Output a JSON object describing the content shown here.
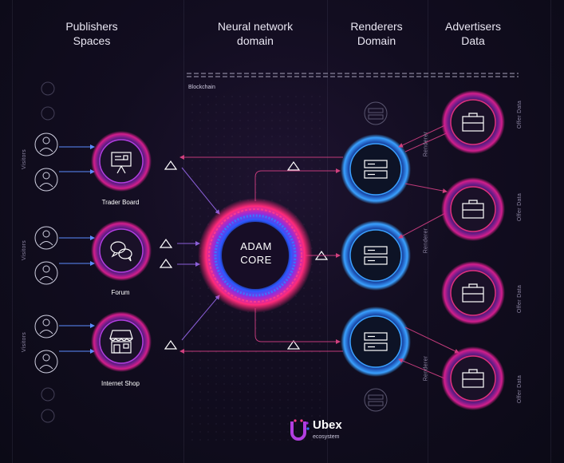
{
  "columns": {
    "publishers": "Publishers\nSpaces",
    "neural": "Neural network\ndomain",
    "renderers": "Renderers\nDomain",
    "advertisers": "Advertisers\nData"
  },
  "blockchain_label": "Blockchain",
  "core_label": "ADAM\nCORE",
  "publishers": [
    {
      "label": "Trader Board",
      "icon": "presentation-board-icon"
    },
    {
      "label": "Forum",
      "icon": "chat-bubbles-icon"
    },
    {
      "label": "Internet Shop",
      "icon": "storefront-icon"
    }
  ],
  "visitors_label": "Visitors",
  "renderer_label": "Renderer",
  "offer_data_label": "Offer Data",
  "logo": {
    "name": "Ubex",
    "sub": "ecosystem"
  },
  "colors": {
    "magenta": "#d21e8c",
    "purple": "#8a3fd9",
    "blue": "#2b7fff",
    "line": "#c03a7a"
  }
}
